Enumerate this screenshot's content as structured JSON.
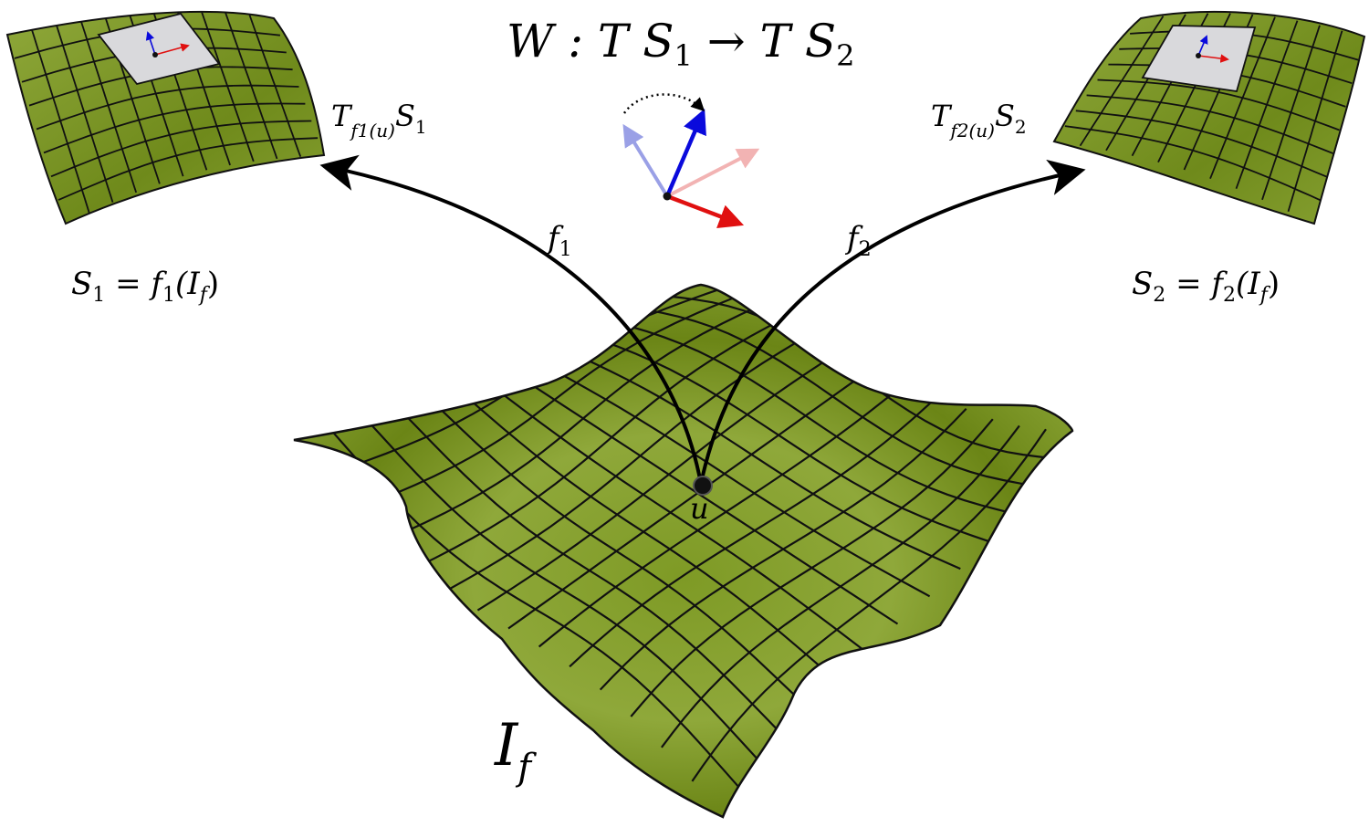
{
  "labels": {
    "title_main": "W : T S",
    "title_sub1": "1",
    "title_mid": " → T S",
    "title_sub2": "2",
    "tangent1_main": "T",
    "tangent1_sub": "f1(u)",
    "tangent1_tail": "S",
    "tangent1_tail_sub": "1",
    "tangent2_main": "T",
    "tangent2_sub": "f2(u)",
    "tangent2_tail": "S",
    "tangent2_tail_sub": "2",
    "surface1_eq": "S",
    "surface1_sub": "1",
    "surface1_rhs": " = f",
    "surface1_rhs_sub": "1",
    "surface1_arg": "(I",
    "surface1_arg_sub": "f",
    "surface1_close": ")",
    "surface2_eq": "S",
    "surface2_sub": "2",
    "surface2_rhs": " = f",
    "surface2_rhs_sub": "2",
    "surface2_arg": "(I",
    "surface2_arg_sub": "f",
    "surface2_close": ")",
    "map1": "f",
    "map1_sub": "1",
    "map2": "f",
    "map2_sub": "2",
    "point": "u",
    "domain_main": "I",
    "domain_sub": "f"
  },
  "colors": {
    "surface_light": "#8fa83a",
    "surface_dark": "#5f7a0f",
    "grid": "#111111",
    "tangent_plane": "#d9d9dc",
    "vec_blue": "#0a0adc",
    "vec_red": "#e01010",
    "vec_blue_faded": "#9aa0e6",
    "vec_red_faded": "#f2b3b3"
  }
}
